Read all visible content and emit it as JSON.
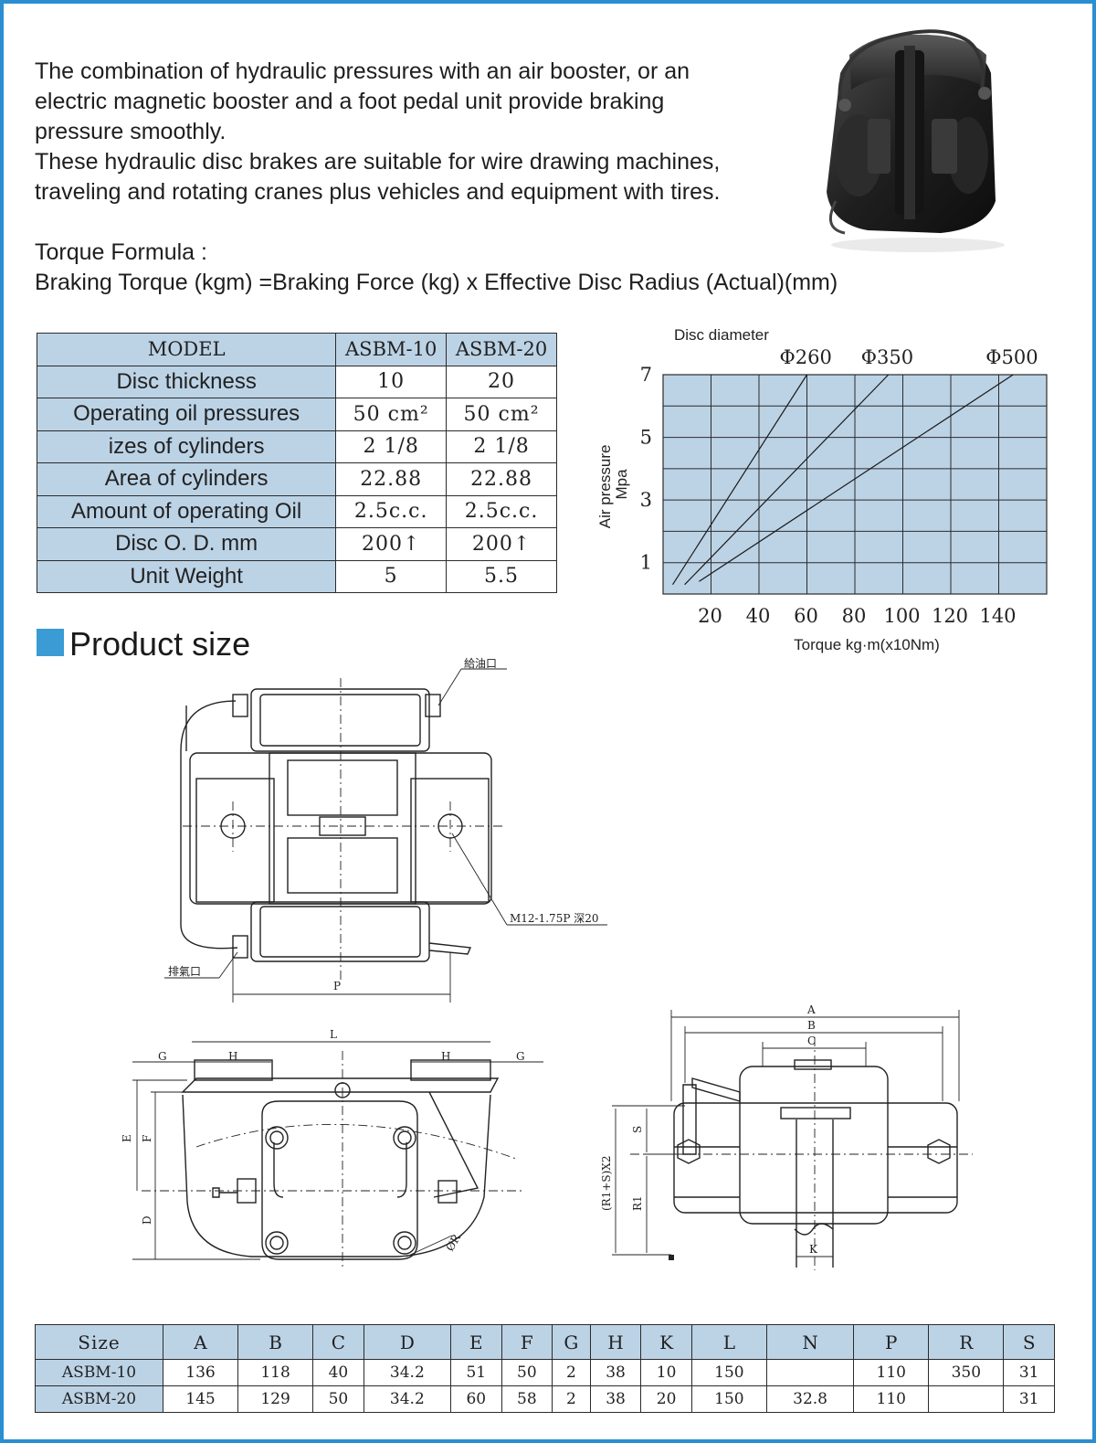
{
  "intro": {
    "line1": "The combination of hydraulic pressures with an air booster, or an",
    "line2": "electric magnetic booster and a foot pedal unit provide braking",
    "line3": "pressure smoothly.",
    "line4": "These hydraulic disc brakes are suitable for wire drawing machines,",
    "line5": "traveling and rotating cranes plus vehicles and equipment with tires."
  },
  "formula": {
    "title": "Torque Formula :",
    "text": "Braking Torque (kgm) =Braking Force (kg) x Effective Disc Radius (Actual)(mm)"
  },
  "spec_table": {
    "header": [
      "MODEL",
      "ASBM-10",
      "ASBM-20"
    ],
    "rows": [
      [
        "Disc thickness",
        "10",
        "20"
      ],
      [
        "Operating oil pressures",
        "50 cm²",
        "50 cm²"
      ],
      [
        "izes of cylinders",
        "2  1/8",
        "2  1/8"
      ],
      [
        "Area of cylinders",
        "22.88",
        "22.88"
      ],
      [
        "Amount of operating Oil",
        "2.5c.c.",
        "2.5c.c."
      ],
      [
        "Disc O. D. mm",
        "200↑",
        "200↑"
      ],
      [
        "Unit Weight",
        "5",
        "5.5"
      ]
    ]
  },
  "chart_data": {
    "type": "line",
    "title": "Disc diameter",
    "xlabel": "Torque kg·m(x10Nm)",
    "ylabel": "Air pressure Mpa",
    "xlim": [
      0,
      160
    ],
    "ylim": [
      0,
      7
    ],
    "x_ticks": [
      "20",
      "40",
      "60",
      "80",
      "100",
      "120",
      "140"
    ],
    "y_ticks": [
      "1",
      "3",
      "5",
      "7"
    ],
    "grid": true,
    "series": [
      {
        "name": "Φ260",
        "points": [
          [
            4,
            0.3
          ],
          [
            60,
            7
          ]
        ]
      },
      {
        "name": "Φ350",
        "points": [
          [
            9,
            0.3
          ],
          [
            94,
            7
          ]
        ]
      },
      {
        "name": "Φ500",
        "points": [
          [
            15,
            0.4
          ],
          [
            146,
            7
          ]
        ]
      }
    ],
    "colors": {
      "plot_bg": "#bcd3e6",
      "line": "#1a1a1a"
    }
  },
  "product_size": {
    "title": "Product size"
  },
  "drawing_labels": {
    "oil_inlet": "給油口",
    "air_vent": "排氣口",
    "thread": "M12-1.75P 深20",
    "P": "P",
    "L": "L",
    "G": "G",
    "H": "H",
    "E": "E",
    "F": "F",
    "D": "D",
    "R": "ØR",
    "A": "A",
    "B": "B",
    "C": "C",
    "S": "S",
    "R1": "R1",
    "R1S": "(R1+S)X2",
    "K": "K"
  },
  "size_table": {
    "header": [
      "Size",
      "A",
      "B",
      "C",
      "D",
      "E",
      "F",
      "G",
      "H",
      "K",
      "L",
      "N",
      "P",
      "R",
      "S"
    ],
    "rows": [
      [
        "ASBM-10",
        "136",
        "118",
        "40",
        "34.2",
        "51",
        "50",
        "2",
        "38",
        "10",
        "150",
        "",
        "110",
        "350",
        "31"
      ],
      [
        "ASBM-20",
        "145",
        "129",
        "50",
        "34.2",
        "60",
        "58",
        "2",
        "38",
        "20",
        "150",
        "32.8",
        "110",
        "",
        "31"
      ]
    ]
  },
  "colors": {
    "accent": "#2a8fd0",
    "table_fill": "#bcd3e6",
    "square": "#3b9bd4"
  }
}
